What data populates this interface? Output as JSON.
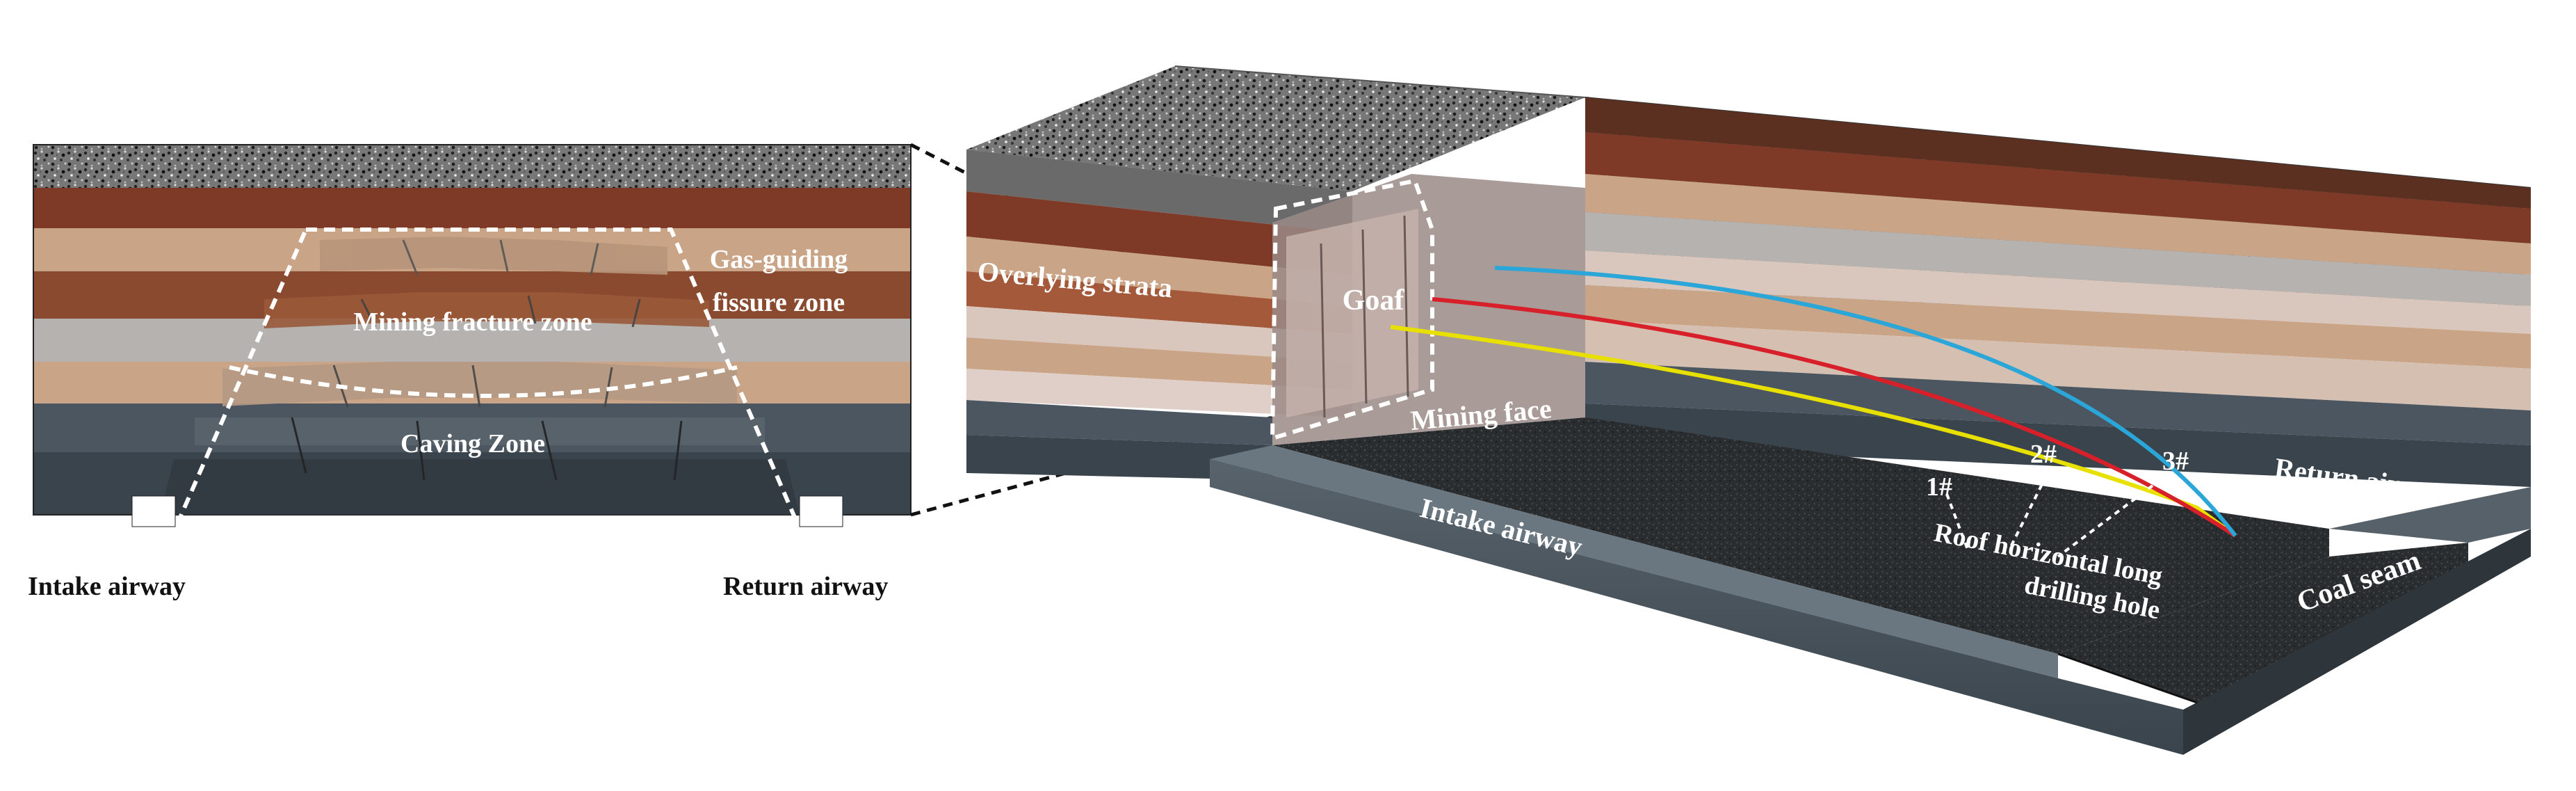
{
  "cross_section": {
    "labels": {
      "gas_guiding_line1": "Gas-guiding",
      "gas_guiding_line2": "fissure zone",
      "mining_fracture_zone": "Mining fracture zone",
      "caving_zone": "Caving Zone",
      "intake_airway": "Intake airway",
      "return_airway": "Return airway"
    }
  },
  "block_model": {
    "labels": {
      "overlying_strata": "Overlying strata",
      "goaf": "Goaf",
      "mining_face": "Mining face",
      "intake_airway": "Intake airway",
      "return_airway": "Return airway",
      "coal_seam": "Coal seam",
      "drill_label_line1": "Roof horizontal long",
      "drill_label_line2": "drilling hole",
      "hole_1": "1#",
      "hole_2": "2#",
      "hole_3": "3#"
    },
    "boreholes": [
      {
        "name": "1#",
        "color": "#e8e000"
      },
      {
        "name": "2#",
        "color": "#d8202a"
      },
      {
        "name": "3#",
        "color": "#2aa6d8"
      }
    ]
  },
  "colors": {
    "rock_top": "#6a6a6a",
    "red_strata": "#7e3a26",
    "tan_strata": "#c9a487",
    "gray_strata": "#b5b2b0",
    "pink_strata": "#d9c6bc",
    "coal_dark": "#222628",
    "slate": "#4b5660"
  }
}
